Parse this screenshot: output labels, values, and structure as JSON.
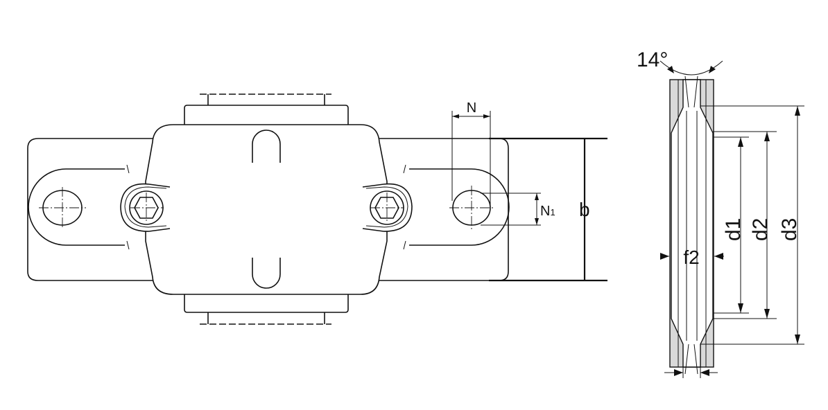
{
  "labels": {
    "N": "N",
    "N1": "N",
    "N1_sub": "1",
    "b": "b",
    "angle": "14°",
    "f2": "f2",
    "d1": "d1",
    "d2": "d2",
    "d3": "d3"
  }
}
